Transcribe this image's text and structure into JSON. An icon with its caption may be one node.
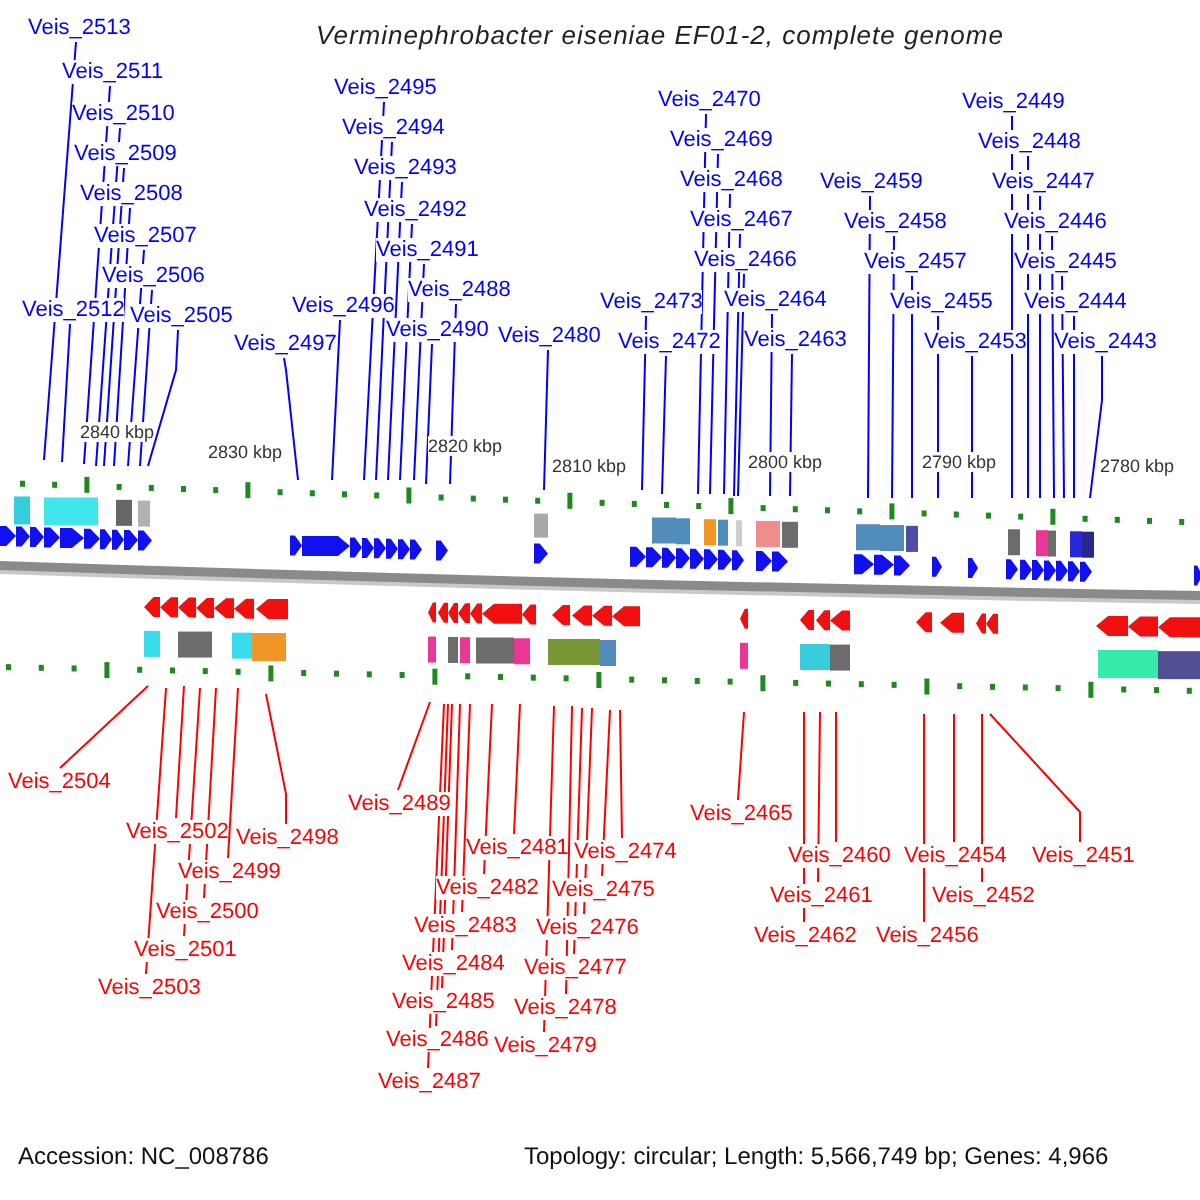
{
  "diagram": {
    "title": "Verminephrobacter eiseniae EF01-2, complete genome",
    "nodes": [
      {
        "text": [
          "Veis_2513"
        ]
      },
      {
        "text": [
          "Veis_2512"
        ]
      },
      {
        "text": [
          "Veis_2511"
        ]
      },
      {
        "text": [
          "Veis_2510"
        ]
      },
      {
        "text": [
          "Veis_2509"
        ]
      },
      {
        "text": [
          "Veis_2508"
        ]
      },
      {
        "text": [
          "Veis_2507"
        ]
      },
      {
        "text": [
          "Veis_2506"
        ]
      },
      {
        "text": [
          "Veis_2505"
        ]
      },
      {
        "text": [
          "Veis_2497"
        ]
      },
      {
        "text": [
          "Veis_2496"
        ]
      },
      {
        "text": [
          "Veis_2495"
        ]
      },
      {
        "text": [
          "Veis_2494"
        ]
      },
      {
        "text": [
          "Veis_2493"
        ]
      },
      {
        "text": [
          "Veis_2492"
        ]
      },
      {
        "text": [
          "Veis_2491"
        ]
      },
      {
        "text": [
          "Veis_2490"
        ]
      },
      {
        "text": [
          "Veis_2488"
        ]
      },
      {
        "text": [
          "Veis_2480"
        ]
      },
      {
        "text": [
          "Veis_2473"
        ]
      },
      {
        "text": [
          "Veis_2472"
        ]
      },
      {
        "text": [
          "Veis_2470"
        ]
      },
      {
        "text": [
          "Veis_2469"
        ]
      },
      {
        "text": [
          "Veis_2468"
        ]
      },
      {
        "text": [
          "Veis_2467"
        ]
      },
      {
        "text": [
          "Veis_2466"
        ]
      },
      {
        "text": [
          "Veis_2464"
        ]
      },
      {
        "text": [
          "Veis_2463"
        ]
      },
      {
        "text": [
          "Veis_2459"
        ]
      },
      {
        "text": [
          "Veis_2458"
        ]
      },
      {
        "text": [
          "Veis_2457"
        ]
      },
      {
        "text": [
          "Veis_2455"
        ]
      },
      {
        "text": [
          "Veis_2453"
        ]
      },
      {
        "text": [
          "Veis_2449"
        ]
      },
      {
        "text": [
          "Veis_2448"
        ]
      },
      {
        "text": [
          "Veis_2447"
        ]
      },
      {
        "text": [
          "Veis_2446"
        ]
      },
      {
        "text": [
          "Veis_2445"
        ]
      },
      {
        "text": [
          "Veis_2444"
        ]
      },
      {
        "text": [
          "Veis_2443"
        ]
      },
      {
        "text": [
          "Veis_2504"
        ]
      },
      {
        "text": [
          "Veis_2502"
        ]
      },
      {
        "text": [
          "Veis_2498"
        ]
      },
      {
        "text": [
          "Veis_2499"
        ]
      },
      {
        "text": [
          "Veis_2500"
        ]
      },
      {
        "text": [
          "Veis_2501"
        ]
      },
      {
        "text": [
          "Veis_2503"
        ]
      },
      {
        "text": [
          "Veis_2489"
        ]
      },
      {
        "text": [
          "Veis_2481"
        ]
      },
      {
        "text": [
          "Veis_2482"
        ]
      },
      {
        "text": [
          "Veis_2483"
        ]
      },
      {
        "text": [
          "Veis_2484"
        ]
      },
      {
        "text": [
          "Veis_2485"
        ]
      },
      {
        "text": [
          "Veis_2486"
        ]
      },
      {
        "text": [
          "Veis_2487"
        ]
      },
      {
        "text": [
          "Veis_2474"
        ]
      },
      {
        "text": [
          "Veis_2475"
        ]
      },
      {
        "text": [
          "Veis_2476"
        ]
      },
      {
        "text": [
          "Veis_2477"
        ]
      },
      {
        "text": [
          "Veis_2478"
        ]
      },
      {
        "text": [
          "Veis_2479"
        ]
      },
      {
        "text": [
          "Veis_2465"
        ]
      },
      {
        "text": [
          "Veis_2460"
        ]
      },
      {
        "text": [
          "Veis_2461"
        ]
      },
      {
        "text": [
          "Veis_2462"
        ]
      },
      {
        "text": [
          "Veis_2456"
        ]
      },
      {
        "text": [
          "Veis_2454"
        ]
      },
      {
        "text": [
          "Veis_2452"
        ]
      },
      {
        "text": [
          "Veis_2451"
        ]
      }
    ],
    "edges": [
      {
        "from": 0,
        "to": null,
        "arrow": "none"
      },
      {
        "from": 1,
        "to": null,
        "arrow": "none"
      },
      {
        "from": 2,
        "to": null,
        "arrow": "none"
      },
      {
        "from": 3,
        "to": null,
        "arrow": "none"
      },
      {
        "from": 4,
        "to": null,
        "arrow": "none"
      },
      {
        "from": 5,
        "to": null,
        "arrow": "none"
      },
      {
        "from": 6,
        "to": null,
        "arrow": "none"
      },
      {
        "from": 7,
        "to": null,
        "arrow": "none"
      },
      {
        "from": 8,
        "to": null,
        "arrow": "none"
      },
      {
        "from": 9,
        "to": null,
        "arrow": "none"
      },
      {
        "from": 10,
        "to": null,
        "arrow": "none"
      },
      {
        "from": 11,
        "to": null,
        "arrow": "none"
      },
      {
        "from": 12,
        "to": null,
        "arrow": "none"
      },
      {
        "from": 13,
        "to": null,
        "arrow": "none"
      },
      {
        "from": 14,
        "to": null,
        "arrow": "none"
      },
      {
        "from": 15,
        "to": null,
        "arrow": "none"
      },
      {
        "from": 16,
        "to": null,
        "arrow": "none"
      },
      {
        "from": 17,
        "to": null,
        "arrow": "none"
      },
      {
        "from": 18,
        "to": null,
        "arrow": "none"
      },
      {
        "from": 19,
        "to": null,
        "arrow": "none"
      },
      {
        "from": 20,
        "to": null,
        "arrow": "none"
      },
      {
        "from": 21,
        "to": null,
        "arrow": "none"
      },
      {
        "from": 22,
        "to": null,
        "arrow": "none"
      },
      {
        "from": 23,
        "to": null,
        "arrow": "none"
      },
      {
        "from": 24,
        "to": null,
        "arrow": "none"
      },
      {
        "from": 25,
        "to": null,
        "arrow": "none"
      },
      {
        "from": 26,
        "to": null,
        "arrow": "none"
      },
      {
        "from": 27,
        "to": null,
        "arrow": "none"
      },
      {
        "from": 28,
        "to": null,
        "arrow": "none"
      },
      {
        "from": 29,
        "to": null,
        "arrow": "none"
      },
      {
        "from": 30,
        "to": null,
        "arrow": "none"
      },
      {
        "from": 31,
        "to": null,
        "arrow": "none"
      },
      {
        "from": 32,
        "to": null,
        "arrow": "none"
      },
      {
        "from": 33,
        "to": null,
        "arrow": "none"
      },
      {
        "from": 34,
        "to": null,
        "arrow": "none"
      },
      {
        "from": 35,
        "to": null,
        "arrow": "none"
      },
      {
        "from": 36,
        "to": null,
        "arrow": "none"
      },
      {
        "from": 37,
        "to": null,
        "arrow": "none"
      },
      {
        "from": 38,
        "to": null,
        "arrow": "none"
      },
      {
        "from": 39,
        "to": null,
        "arrow": "none"
      },
      {
        "from": 40,
        "to": null,
        "arrow": "none",
        "color": "#ff0000"
      },
      {
        "from": 41,
        "to": null,
        "arrow": "none",
        "color": "#ff0000"
      },
      {
        "from": 42,
        "to": null,
        "arrow": "none",
        "color": "#ff0000"
      },
      {
        "from": 43,
        "to": null,
        "arrow": "none",
        "color": "#ff0000"
      },
      {
        "from": 44,
        "to": null,
        "arrow": "none",
        "color": "#ff0000"
      },
      {
        "from": 45,
        "to": null,
        "arrow": "none",
        "color": "#ff0000"
      },
      {
        "from": 46,
        "to": null,
        "arrow": "none",
        "color": "#ff0000"
      },
      {
        "from": 47,
        "to": null,
        "arrow": "none",
        "color": "#ff0000"
      },
      {
        "from": 48,
        "to": null,
        "arrow": "none",
        "color": "#ff0000"
      },
      {
        "from": 49,
        "to": null,
        "arrow": "none",
        "color": "#ff0000"
      },
      {
        "from": 50,
        "to": null,
        "arrow": "none",
        "color": "#ff0000"
      },
      {
        "from": 51,
        "to": null,
        "arrow": "none",
        "color": "#ff0000"
      },
      {
        "from": 52,
        "to": null,
        "arrow": "none",
        "color": "#ff0000"
      },
      {
        "from": 53,
        "to": null,
        "arrow": "none",
        "color": "#ff0000"
      },
      {
        "from": 54,
        "to": null,
        "arrow": "none",
        "color": "#ff0000"
      },
      {
        "from": 55,
        "to": null,
        "arrow": "none",
        "color": "#ff0000"
      },
      {
        "from": 56,
        "to": null,
        "arrow": "none",
        "color": "#ff0000"
      },
      {
        "from": 57,
        "to": null,
        "arrow": "none",
        "color": "#ff0000"
      },
      {
        "from": 58,
        "to": null,
        "arrow": "none",
        "color": "#ff0000"
      },
      {
        "from": 59,
        "to": null,
        "arrow": "none",
        "color": "#ff0000"
      },
      {
        "from": 60,
        "to": null,
        "arrow": "none",
        "color": "#ff0000"
      },
      {
        "from": 61,
        "to": null,
        "arrow": "none",
        "color": "#ff0000"
      },
      {
        "from": 62,
        "to": null,
        "arrow": "none",
        "color": "#ff0000"
      },
      {
        "from": 63,
        "to": null,
        "arrow": "none",
        "color": "#ff0000"
      },
      {
        "from": 64,
        "to": null,
        "arrow": "none",
        "color": "#ff0000"
      },
      {
        "from": 65,
        "to": null,
        "arrow": "none",
        "color": "#ff0000"
      },
      {
        "from": 66,
        "to": null,
        "arrow": "none",
        "color": "#ff0000"
      },
      {
        "from": 67,
        "to": null,
        "arrow": "none",
        "color": "#ff0000"
      },
      {
        "from": 68,
        "to": null,
        "arrow": "none",
        "color": "#ff0000"
      }
    ],
    "labels": [
      "2840 kbp",
      "2830 kbp",
      "2820 kbp",
      "2810 kbp",
      "2800 kbp",
      "2790 kbp",
      "2780 kbp",
      "Accession: NC_008786",
      "Topology: circular; Length: 5,566,749 bp; Genes: 4,966"
    ]
  }
}
